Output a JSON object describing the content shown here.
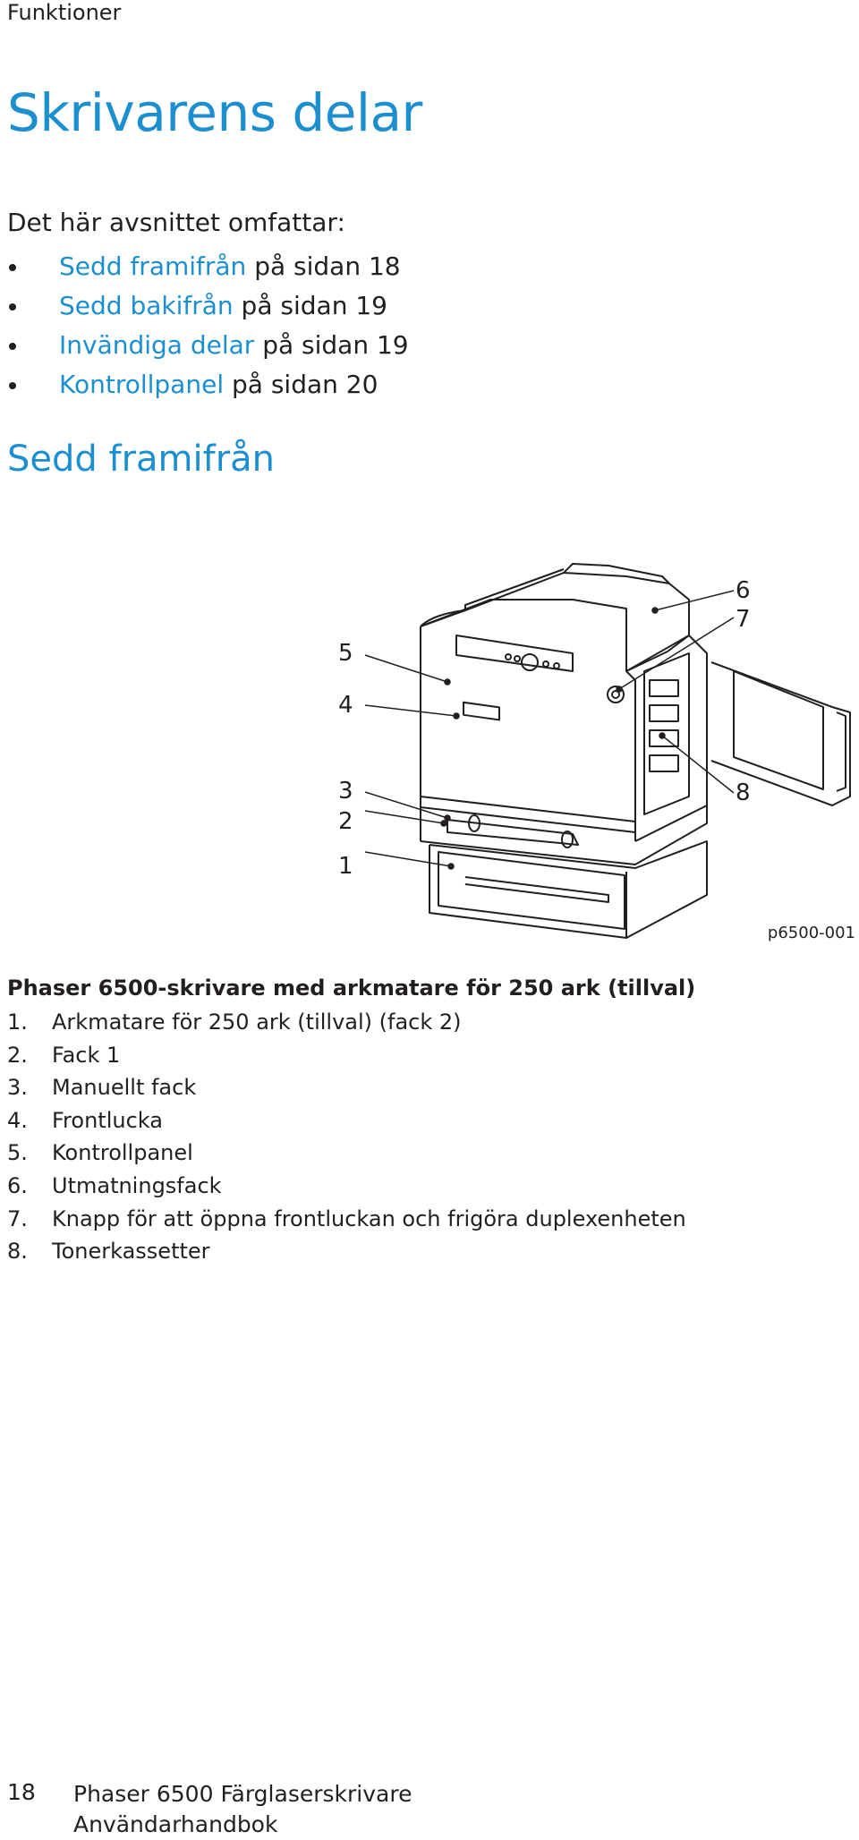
{
  "header": {
    "section": "Funktioner"
  },
  "page_title": "Skrivarens delar",
  "intro": "Det här avsnittet omfattar:",
  "toc": [
    {
      "link": "Sedd framifrån",
      "rest": " på sidan 18"
    },
    {
      "link": "Sedd bakifrån",
      "rest": " på sidan 19"
    },
    {
      "link": "Invändiga delar",
      "rest": " på sidan 19"
    },
    {
      "link": "Kontrollpanel",
      "rest": " på sidan 20"
    }
  ],
  "section_title": "Sedd framifrån",
  "figure": {
    "callouts": [
      "6",
      "7",
      "5",
      "4",
      "3",
      "2",
      "1",
      "8"
    ],
    "code": "p6500-001"
  },
  "caption": "Phaser 6500-skrivare med arkmatare för 250 ark (tillval)",
  "legend": [
    {
      "num": "1.",
      "label": "Arkmatare för 250 ark (tillval) (fack 2)"
    },
    {
      "num": "2.",
      "label": "Fack 1"
    },
    {
      "num": "3.",
      "label": "Manuellt fack"
    },
    {
      "num": "4.",
      "label": "Frontlucka"
    },
    {
      "num": "5.",
      "label": "Kontrollpanel"
    },
    {
      "num": "6.",
      "label": "Utmatningsfack"
    },
    {
      "num": "7.",
      "label": "Knapp för att öppna frontluckan och frigöra duplexenheten"
    },
    {
      "num": "8.",
      "label": "Tonerkassetter"
    }
  ],
  "footer": {
    "page_number": "18",
    "product": "Phaser 6500 Färglaserskrivare",
    "doc_type": "Användarhandbok"
  }
}
